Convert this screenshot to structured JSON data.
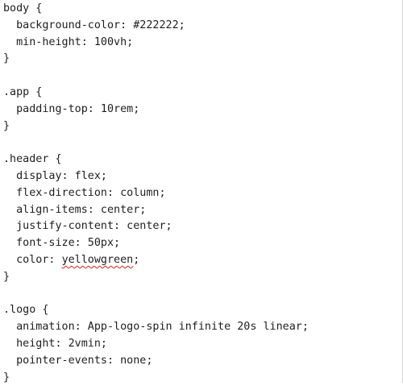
{
  "lines": [
    {
      "indent": "",
      "text": "body {"
    },
    {
      "indent": "  ",
      "text": "background-color: #222222;"
    },
    {
      "indent": "  ",
      "text": "min-height: 100vh;"
    },
    {
      "indent": "",
      "text": "}"
    },
    {
      "indent": "",
      "text": ""
    },
    {
      "indent": "",
      "text": ".app {"
    },
    {
      "indent": "  ",
      "text": "padding-top: 10rem;"
    },
    {
      "indent": "",
      "text": "}"
    },
    {
      "indent": "",
      "text": ""
    },
    {
      "indent": "",
      "text": ".header {"
    },
    {
      "indent": "  ",
      "text": "display: flex;"
    },
    {
      "indent": "  ",
      "text": "flex-direction: column;"
    },
    {
      "indent": "  ",
      "text": "align-items: center;"
    },
    {
      "indent": "  ",
      "text": "justify-content: center;"
    },
    {
      "indent": "  ",
      "text": "font-size: 50px;"
    },
    {
      "indent": "  ",
      "text": "color: ",
      "squiggle": "yellowgreen",
      "after": ";"
    },
    {
      "indent": "",
      "text": "}"
    },
    {
      "indent": "",
      "text": ""
    },
    {
      "indent": "",
      "text": ".logo {"
    },
    {
      "indent": "  ",
      "text": "animation: App-logo-spin infinite 20s linear;"
    },
    {
      "indent": "  ",
      "text": "height: 2vmin;"
    },
    {
      "indent": "  ",
      "text": "pointer-events: none;"
    },
    {
      "indent": "",
      "text": "}"
    }
  ],
  "colors": {
    "text": "#1e1e1e",
    "background": "#ffffff",
    "spellcheck": "#e02020"
  }
}
